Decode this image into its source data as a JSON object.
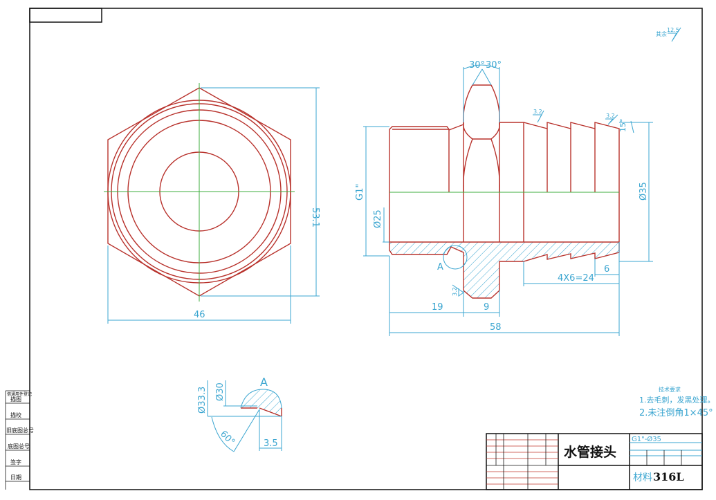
{
  "left_column": [
    "借通用件登记",
    "描图",
    "描校",
    "旧底图总号",
    "底图总号",
    "签字",
    "日期"
  ],
  "roughness_note": {
    "label": "其余",
    "value": "12.5"
  },
  "hex_view": {
    "width_dim": "46",
    "height_dim": "53.1"
  },
  "side_view": {
    "angle_left": "30°",
    "angle_right": "30°",
    "roughness_1": "3.2",
    "roughness_2": "3.2",
    "roughness_3": "3.2",
    "taper_angle": "15°",
    "thread": "G1\"",
    "bore": "Ø25",
    "outer_dia": "Ø35",
    "detail_label": "A",
    "dim_19": "19",
    "dim_9": "9",
    "dim_58": "58",
    "dim_barbs": "4X6=24",
    "dim_6": "6"
  },
  "detail_a": {
    "title": "A",
    "dia_1": "Ø33.3",
    "dia_2": "Ø30",
    "angle": "60°",
    "length": "3.5"
  },
  "tech_requirements": {
    "title": "技术要求",
    "item1": "1.去毛刺，发黑处理。",
    "item2": "2.未注倒角1×45°"
  },
  "title_block": {
    "part_name": "水管接头",
    "spec": "G1\"-Ø35",
    "material_label": "材料",
    "material": "316L"
  }
}
